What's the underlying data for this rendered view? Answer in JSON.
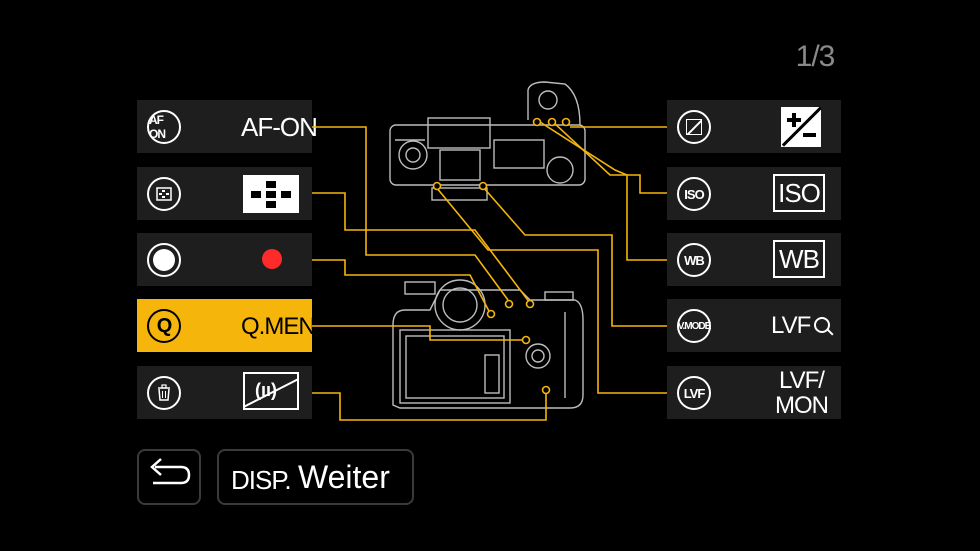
{
  "page_indicator": "1/3",
  "left_rows": [
    {
      "icon_label": "AF ON",
      "icon": "af-on-icon",
      "label": "AF-ON"
    },
    {
      "icon": "af-area-icon",
      "label_icon": "af-area-grid-icon"
    },
    {
      "icon": "record-icon",
      "label_icon": "red-record-dot-icon"
    },
    {
      "icon_label": "Q",
      "icon": "q-menu-icon",
      "label": "Q.MENU",
      "selected": true
    },
    {
      "icon": "trash-icon",
      "label_icon": "mute-icon",
      "label_icon_text": "(ıı)"
    }
  ],
  "right_rows": [
    {
      "icon": "exposure-comp-icon",
      "label_icon": "exposure-comp-large-icon"
    },
    {
      "icon_label": "ISO",
      "icon": "iso-icon",
      "label": "ISO"
    },
    {
      "icon_label": "WB",
      "icon": "wb-icon",
      "label": "WB"
    },
    {
      "icon_label": "V.MODE",
      "icon": "v-mode-icon",
      "label": "LVF",
      "label_icon": "magnifier-icon"
    },
    {
      "icon_label": "LVF",
      "icon": "lvf-icon",
      "label_line1": "LVF/",
      "label_line2": "MON"
    }
  ],
  "buttons": {
    "back_icon": "return-arrow-icon",
    "disp_prefix": "DISP.",
    "disp_label": "Weiter"
  },
  "colors": {
    "accent": "#f5b50a",
    "row_bg": "#1e1e1e",
    "record": "#ff2a2a"
  }
}
